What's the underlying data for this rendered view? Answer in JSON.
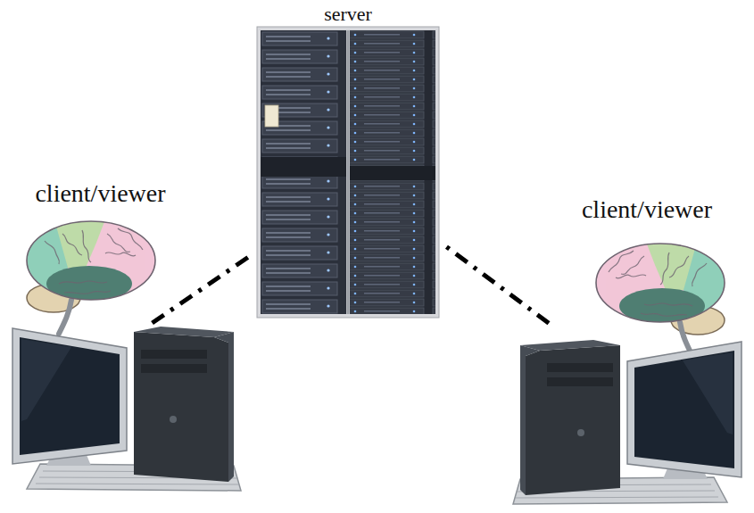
{
  "diagram": {
    "nodes": [
      {
        "text": [
          "server"
        ]
      },
      {
        "text": [
          "client/viewer"
        ]
      },
      {
        "text": [
          "client/viewer"
        ]
      }
    ],
    "edges": [
      {
        "from": 1,
        "to": 0,
        "arrow": "none"
      },
      {
        "from": 2,
        "to": 0,
        "arrow": "none"
      }
    ]
  }
}
